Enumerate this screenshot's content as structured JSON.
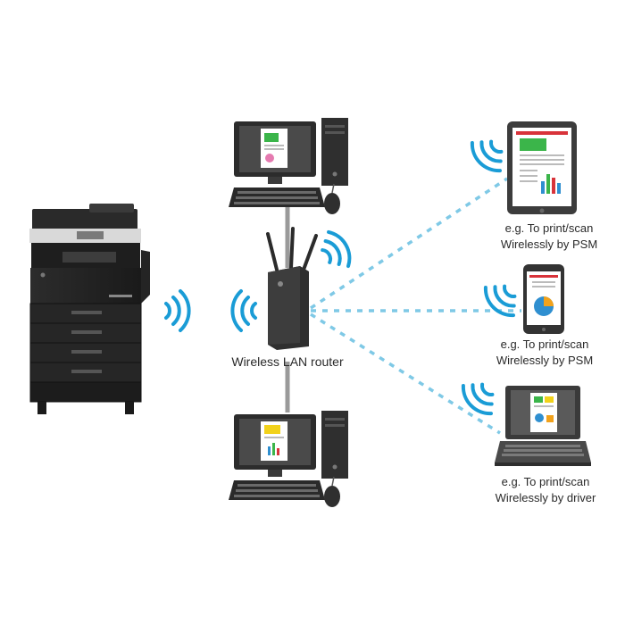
{
  "router": {
    "label": "Wireless LAN router"
  },
  "devices": [
    {
      "id": "tablet",
      "line1": "e.g. To print/scan",
      "line2": "Wirelessly by PSM"
    },
    {
      "id": "smartphone",
      "line1": "e.g. To print/scan",
      "line2": "Wirelessly by PSM"
    },
    {
      "id": "laptop",
      "line1": "e.g. To print/scan",
      "line2": "Wirelessly by driver"
    }
  ],
  "colors": {
    "wifi": "#1a9cd6",
    "dashed_link": "#7fc9e6",
    "wired_link": "#9a9a9a",
    "device_dark": "#3a3a3a",
    "accent_red": "#d8333a",
    "accent_green": "#3bb54a",
    "accent_blue": "#2f8fd0",
    "accent_orange": "#f2a21b"
  }
}
